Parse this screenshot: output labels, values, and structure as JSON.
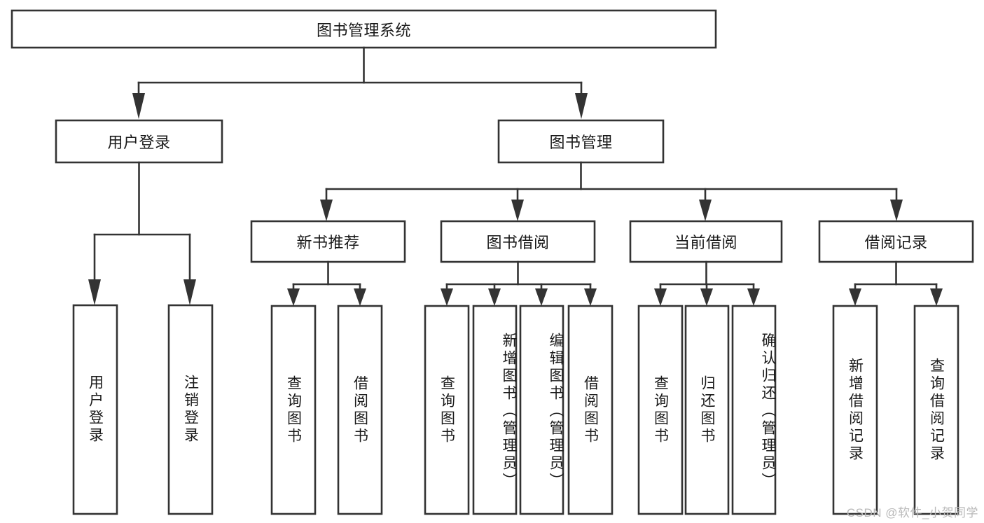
{
  "diagram": {
    "type": "tree",
    "title": "图书管理系统",
    "colors": {
      "stroke": "#333333",
      "fill": "#ffffff",
      "text": "#1a1a1a",
      "watermark": "#b9b9b9"
    },
    "root": {
      "label": "图书管理系统"
    },
    "level2": [
      {
        "label": "用户登录"
      },
      {
        "label": "图书管理"
      }
    ],
    "level3": [
      {
        "label": "新书推荐"
      },
      {
        "label": "图书借阅"
      },
      {
        "label": "当前借阅"
      },
      {
        "label": "借阅记录"
      }
    ],
    "leaves": {
      "user_login": [
        {
          "label": "用户登录"
        },
        {
          "label": "注销登录"
        }
      ],
      "new_book_recommend": [
        {
          "label": "查询图书"
        },
        {
          "label": "借阅图书"
        }
      ],
      "book_borrow": [
        {
          "label": "查询图书"
        },
        {
          "label": "新增图书（管理员）"
        },
        {
          "label": "编辑图书（管理员）"
        },
        {
          "label": "借阅图书"
        }
      ],
      "current_borrow": [
        {
          "label": "查询图书"
        },
        {
          "label": "归还图书"
        },
        {
          "label": "确认归还（管理员）"
        }
      ],
      "borrow_record": [
        {
          "label": "新增借阅记录"
        },
        {
          "label": "查询借阅记录"
        }
      ]
    }
  },
  "watermark": {
    "text": "CSDN @软件_小贺同学"
  }
}
